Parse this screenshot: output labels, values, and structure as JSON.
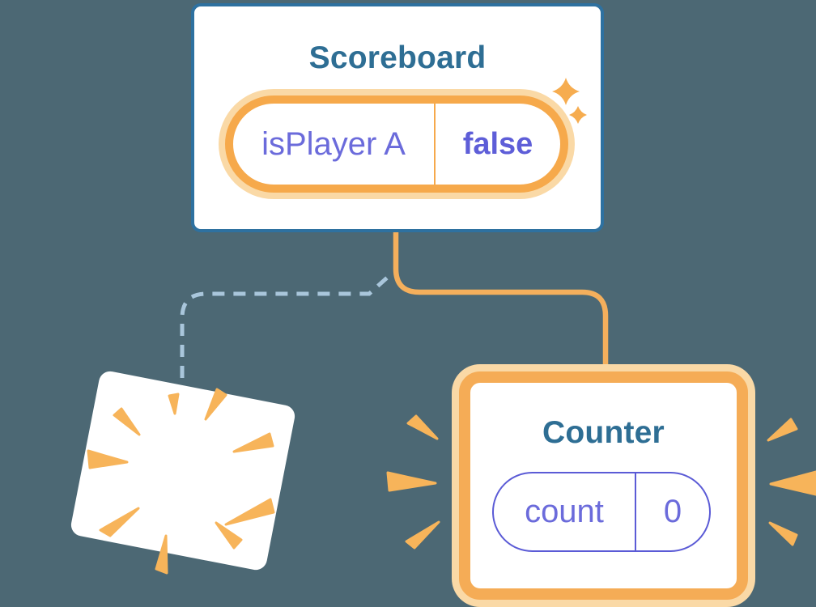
{
  "illustration": {
    "background_color": "#4C6874",
    "colors": {
      "bg": "#4C6874",
      "card_bg": "#FFFFFF",
      "card_border_blue": "#2E71A0",
      "title_teal": "#2E6E94",
      "state_purple": "#6B6BDB",
      "state_purple_bold": "#5E5ED8",
      "pill_border_purple": "#5B5BD6",
      "orange_solid": "#F6A94B",
      "orange_border": "#F5AC56",
      "orange_halo": "#FAD9A6",
      "orange_line": "#F4AF5C",
      "burst_orange": "#F7B45A",
      "sparkle_orange": "#F6AC4F",
      "dashed_line_blue": "#A9C6DB"
    },
    "scoreboard": {
      "title": "Scoreboard",
      "state_pill": {
        "label": "isPlayer A",
        "value": "false"
      }
    },
    "counter": {
      "title": "Counter",
      "state_pill": {
        "label": "count",
        "value": "0"
      }
    },
    "icons": {
      "sparkle_icon": "four-point sparkle star (new state created)",
      "burst_icon": "radial spark wedges (component destroyed)",
      "emphasis_dashes_icon": "tapered attention rays beside Counter card"
    }
  }
}
